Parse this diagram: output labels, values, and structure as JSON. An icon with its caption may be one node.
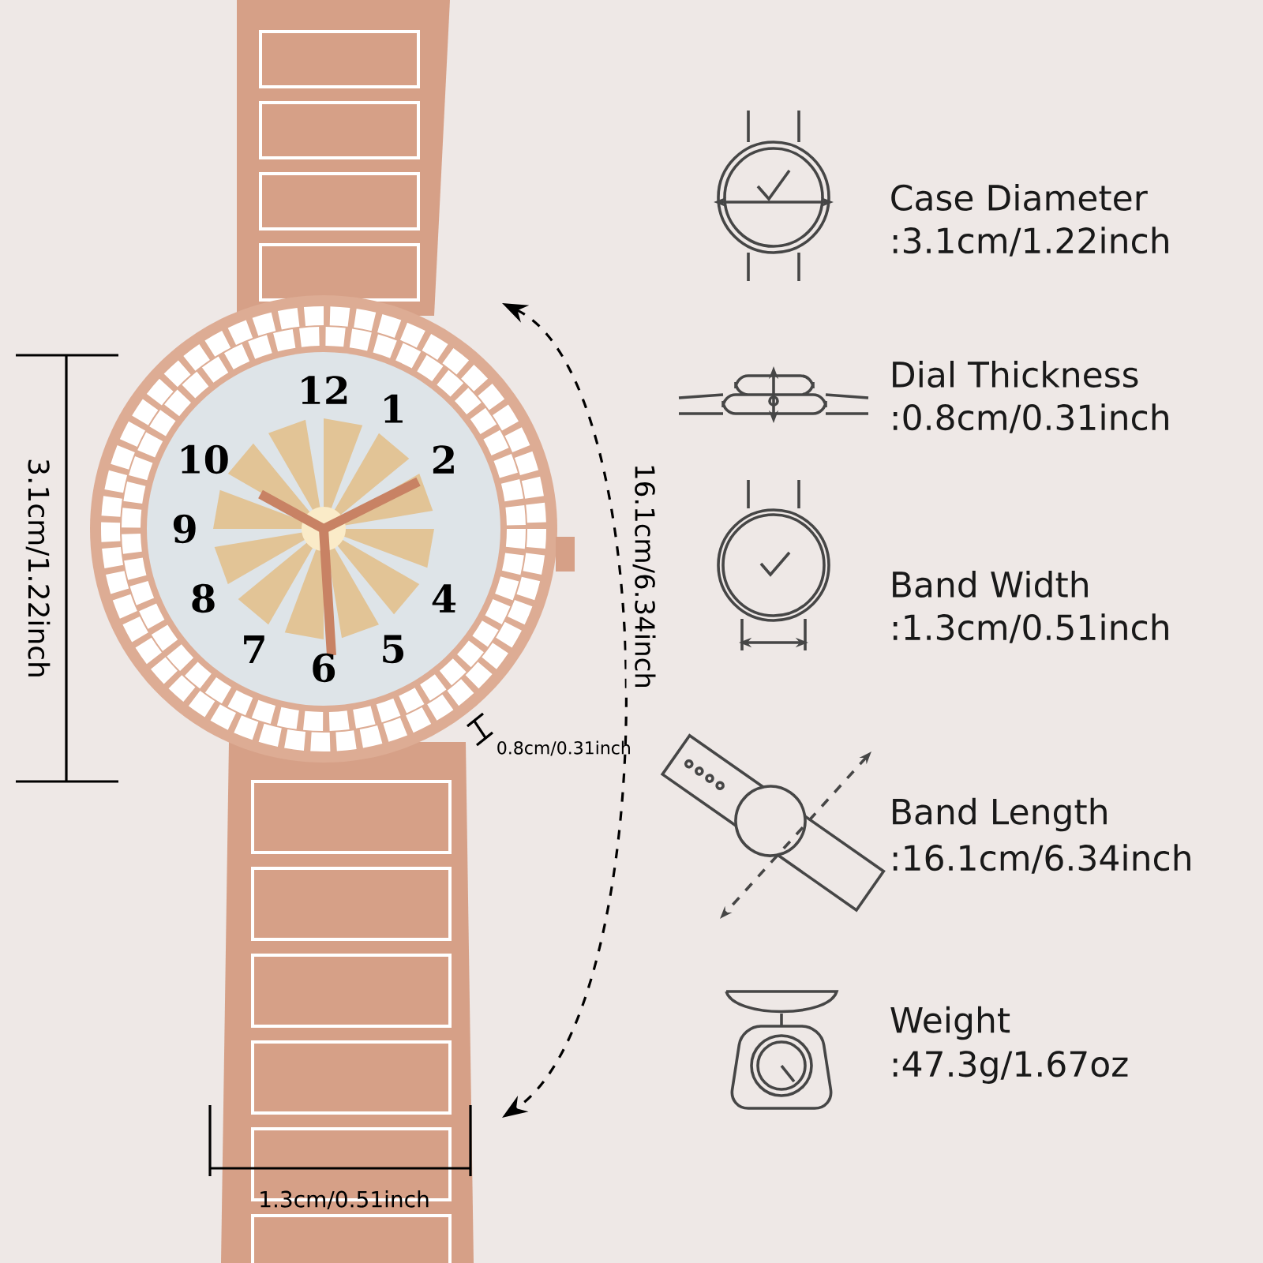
{
  "diagram": {
    "labels": [
      "3.1cm/1.22inch",
      "16.1cm/6.34inch",
      "0.8cm/0.31inch",
      "1.3cm/0.51inch",
      "12",
      "1",
      "2",
      "10",
      "9",
      "4",
      "8",
      "7",
      "6",
      "5",
      "Case Diameter",
      ":3.1cm/1.22inch",
      "Dial Thickness",
      ":0.8cm/0.31inch",
      "Band Width",
      ":1.3cm/0.51inch",
      "Band Length",
      ":16.1cm/6.34inch",
      "Weight",
      ":47.3g/1.67oz"
    ]
  }
}
